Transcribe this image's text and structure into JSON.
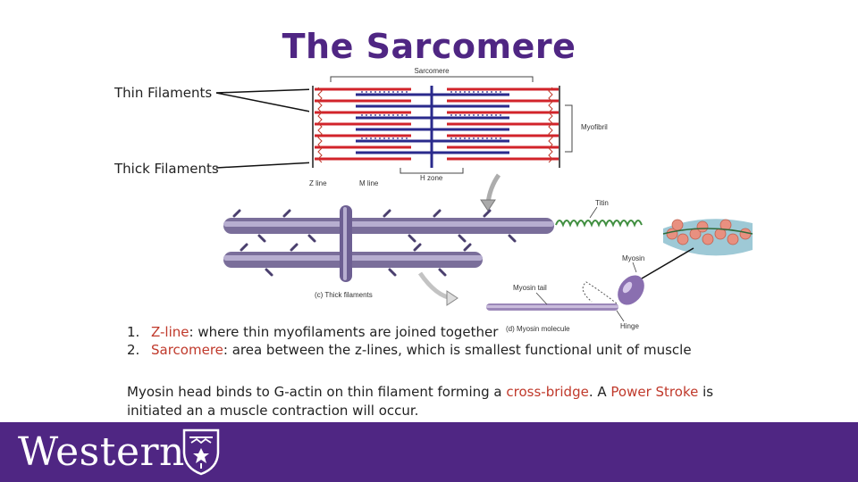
{
  "title": "The Sarcomere",
  "labels": {
    "thin": "Thin Filaments",
    "thick": "Thick Filaments"
  },
  "diagram": {
    "sarcomere": "Sarcomere",
    "myofibril": "Myofibril",
    "z_line": "Z line",
    "m_line": "M line",
    "h_zone": "H zone",
    "titin": "Titin",
    "myosin": "Myosin",
    "myosin_tail": "Myosin tail",
    "hinge": "Hinge",
    "thick_caption": "(c) Thick filaments",
    "myosin_caption": "(d) Myosin molecule"
  },
  "list": [
    {
      "num": "1.",
      "term": "Z-line",
      "text": ": where thin myofilaments are joined together"
    },
    {
      "num": "2.",
      "term": "Sarcomere",
      "text": ": area between the z-lines, which is smallest functional unit of muscle"
    }
  ],
  "paragraph": {
    "p1": "Myosin head binds to G-actin on thin filament forming a ",
    "t1": "cross-bridge",
    "p2": ". A ",
    "t2": "Power Stroke",
    "p3": " is initiated an a muscle contraction will occur."
  },
  "footer": {
    "wordmark": "Western"
  },
  "colors": {
    "purple": "#4f2683",
    "red": "#c0392b",
    "thin_filament": "#d2232a",
    "thick_filament": "#2a2a8c"
  }
}
